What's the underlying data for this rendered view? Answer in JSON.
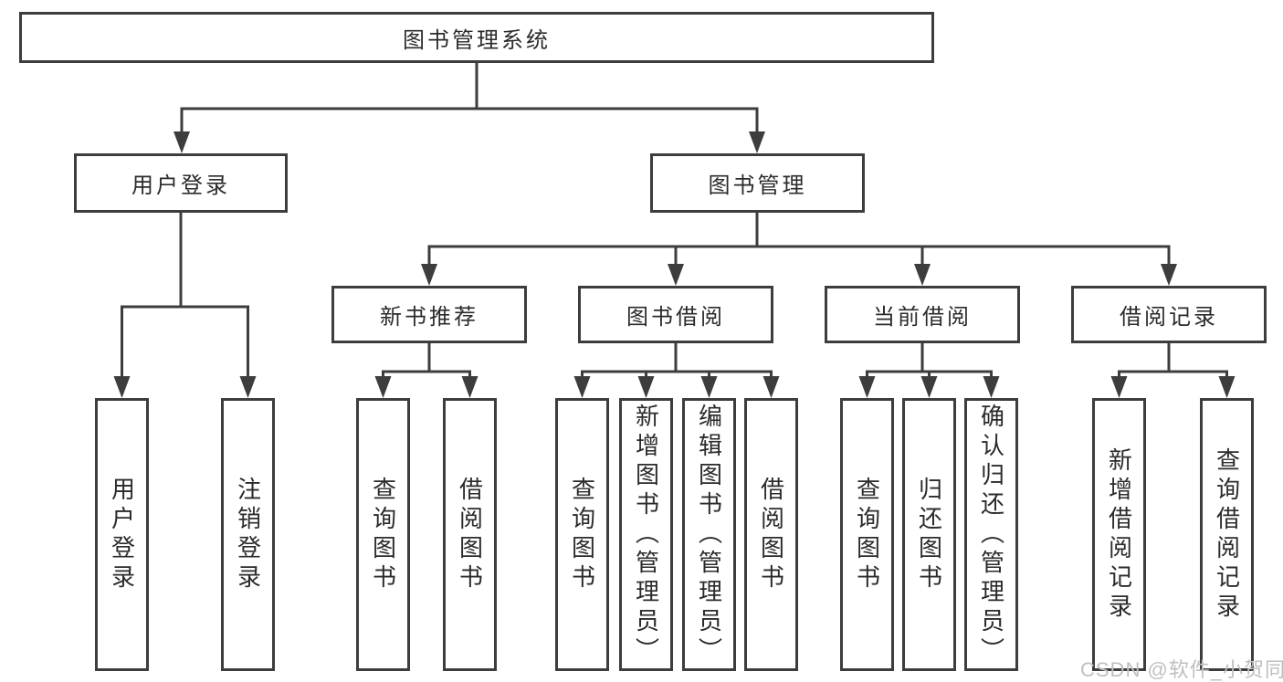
{
  "diagram": {
    "root_label": "图书管理系统",
    "user_login": {
      "label": "用户登录",
      "children": {
        "login": "用户登录",
        "logout": "注销登录"
      }
    },
    "book_management": {
      "label": "图书管理",
      "modules": {
        "new_book": {
          "label": "新书推荐",
          "children": {
            "query": "查询图书",
            "borrow": "借阅图书"
          }
        },
        "book_borrow": {
          "label": "图书借阅",
          "children": {
            "query": "查询图书",
            "add": "新增图书（管理员）",
            "edit": "编辑图书（管理员）",
            "borrow": "借阅图书"
          }
        },
        "current_borrow": {
          "label": "当前借阅",
          "children": {
            "query": "查询图书",
            "return": "归还图书",
            "confirm_return": "确认归还（管理员）"
          }
        },
        "borrow_record": {
          "label": "借阅记录",
          "children": {
            "add": "新增借阅记录",
            "query": "查询借阅记录"
          }
        }
      }
    }
  },
  "watermark": "CSDN @软件_小贺同学",
  "colors": {
    "line": "#3d3d3d",
    "text": "#2b2b2b",
    "watermark": "#bfbfbf"
  }
}
